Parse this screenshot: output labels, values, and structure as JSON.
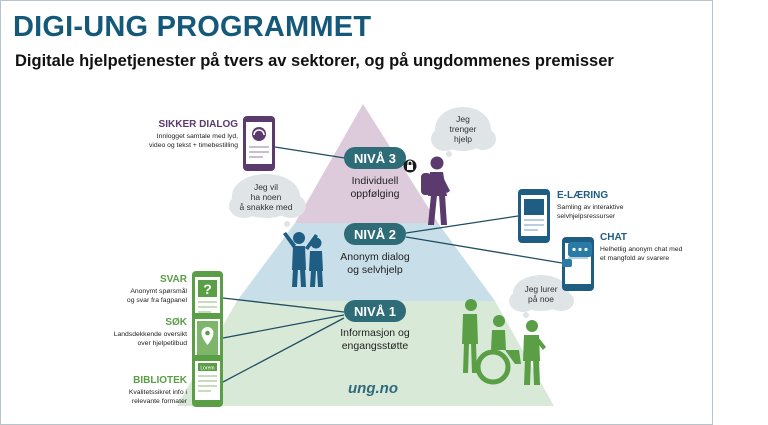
{
  "header": {
    "title": "DIGI-UNG PROGRAMMET",
    "subtitle": "Digitale hjelpetjenester på tvers av sektorer, og på ungdommenes premisser"
  },
  "levels": [
    {
      "badge": "NIVÅ 3",
      "line1": "Individuell",
      "line2": "oppfølging"
    },
    {
      "badge": "NIVÅ 2",
      "line1": "Anonym dialog",
      "line2": "og selvhjelp"
    },
    {
      "badge": "NIVÅ 1",
      "line1": "Informasjon og",
      "line2": "engangsstøtte"
    }
  ],
  "services": {
    "sikker_dialog": {
      "title": "SIKKER DIALOG",
      "line1": "Innlogget samtale med lyd,",
      "line2": "video og tekst + timebestilling"
    },
    "elaering": {
      "title": "E-LÆRING",
      "line1": "Samling av interaktive",
      "line2": "selvhjelpsressurser"
    },
    "chat": {
      "title": "CHAT",
      "line1": "Helhetlig anonym chat med",
      "line2": "et mangfold av svarere"
    },
    "svar": {
      "title": "SVAR",
      "line1": "Anonymt spørsmål",
      "line2": "og svar fra fagpanel"
    },
    "sok": {
      "title": "SØK",
      "line1": "Landsdekkende oversikt",
      "line2": "over hjelpetilbud"
    },
    "bibliotek": {
      "title": "BIBLIOTEK",
      "line1": "Kvalitetssikret info i",
      "line2": "relevante formater"
    }
  },
  "bubbles": {
    "b3": [
      "Jeg",
      "trenger",
      "hjelp"
    ],
    "b2": [
      "Jeg vil",
      "ha noen",
      "å snakke med"
    ],
    "b1": [
      "Jeg lurer",
      "på noe"
    ]
  },
  "phone_screen_text": "Lorem",
  "svar_glyph": "?",
  "brand": "ung.no",
  "colors": {
    "title": "#15597a",
    "badge": "#2e6c78",
    "level3": "#d9c6d8",
    "level2": "#c5dde8",
    "level1": "#d8e8d6",
    "purple": "#5b3a6e",
    "blue": "#1f5d82",
    "green": "#5a9e46"
  }
}
